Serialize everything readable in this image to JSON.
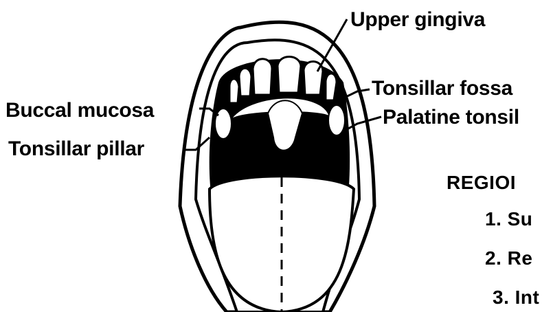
{
  "labels": {
    "upper_gingiva": "Upper gingiva",
    "tonsillar_fossa": "Tonsillar fossa",
    "buccal_mucosa": "Buccal mucosa",
    "palatine_tonsil": "Palatine tonsil",
    "tonsillar_pillar": "Tonsillar pillar"
  },
  "regions": {
    "heading": "REGIOI",
    "items": [
      "1. Su",
      "2. Re",
      "3. Int"
    ]
  }
}
